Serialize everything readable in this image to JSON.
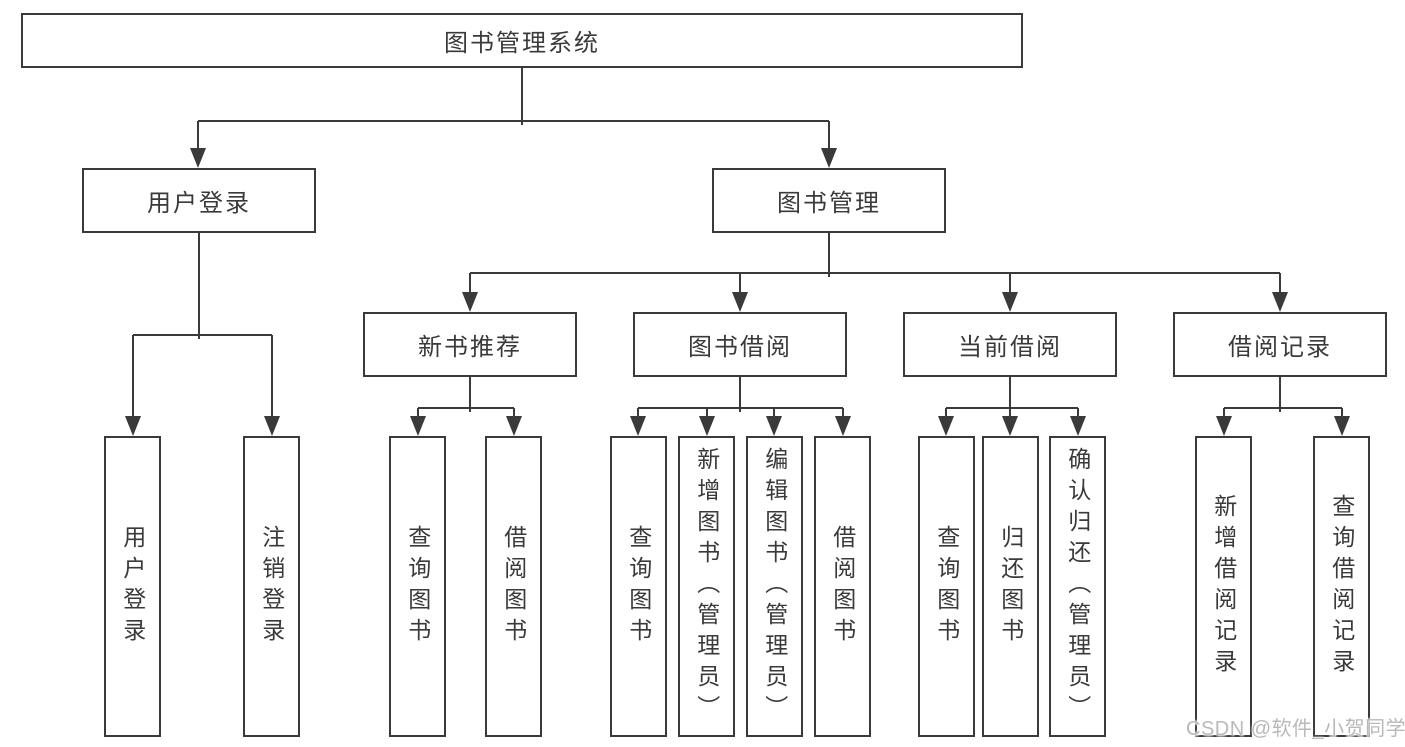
{
  "tree": {
    "label": "图书管理系统",
    "children": [
      {
        "label": "用户登录",
        "children": [
          {
            "label": "用户登录"
          },
          {
            "label": "注销登录"
          }
        ]
      },
      {
        "label": "图书管理",
        "children": [
          {
            "label": "新书推荐",
            "children": [
              {
                "label": "查询图书"
              },
              {
                "label": "借阅图书"
              }
            ]
          },
          {
            "label": "图书借阅",
            "children": [
              {
                "label": "查询图书"
              },
              {
                "label": "新增图书（管理员）"
              },
              {
                "label": "编辑图书（管理员）"
              },
              {
                "label": "借阅图书"
              }
            ]
          },
          {
            "label": "当前借阅",
            "children": [
              {
                "label": "查询图书"
              },
              {
                "label": "归还图书"
              },
              {
                "label": "确认归还（管理员）"
              }
            ]
          },
          {
            "label": "借阅记录",
            "children": [
              {
                "label": "新增借阅记录"
              },
              {
                "label": "查询借阅记录"
              }
            ]
          }
        ]
      }
    ]
  },
  "watermark": "CSDN @软件_小贺同学",
  "colors": {
    "line": "#3a3a3a",
    "text": "#3a3a3a",
    "background": "#ffffff",
    "watermark": "#b9b9b9"
  }
}
